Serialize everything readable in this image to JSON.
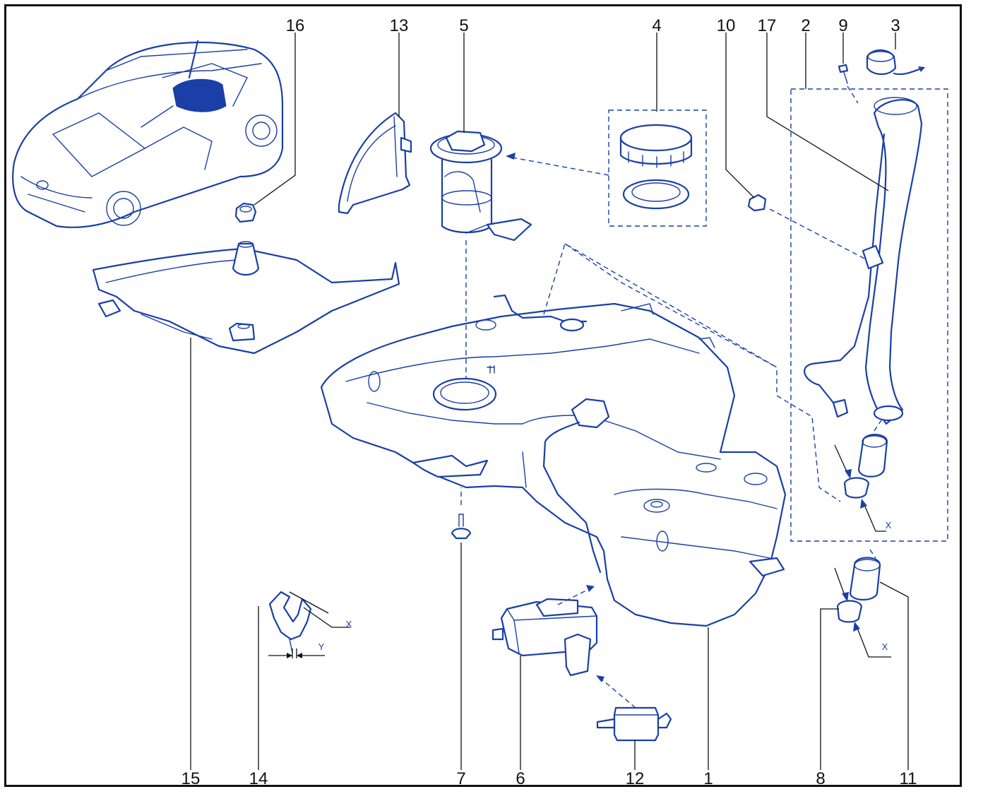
{
  "callouts": {
    "c16": "16",
    "c13": "13",
    "c5": "5",
    "c4": "4",
    "c10": "10",
    "c17": "17",
    "c2": "2",
    "c9": "9",
    "c3": "3",
    "c15": "15",
    "c14": "14",
    "c7": "7",
    "c6": "6",
    "c12": "12",
    "c1": "1",
    "c8": "8",
    "c11": "11"
  },
  "dimension_labels": {
    "x_upper": "X",
    "x_lower": "X",
    "x_clip": "X",
    "y_clip": "Y"
  },
  "colors": {
    "line": "#1a3fa6",
    "leader": "#111111",
    "frame": "#111111"
  }
}
